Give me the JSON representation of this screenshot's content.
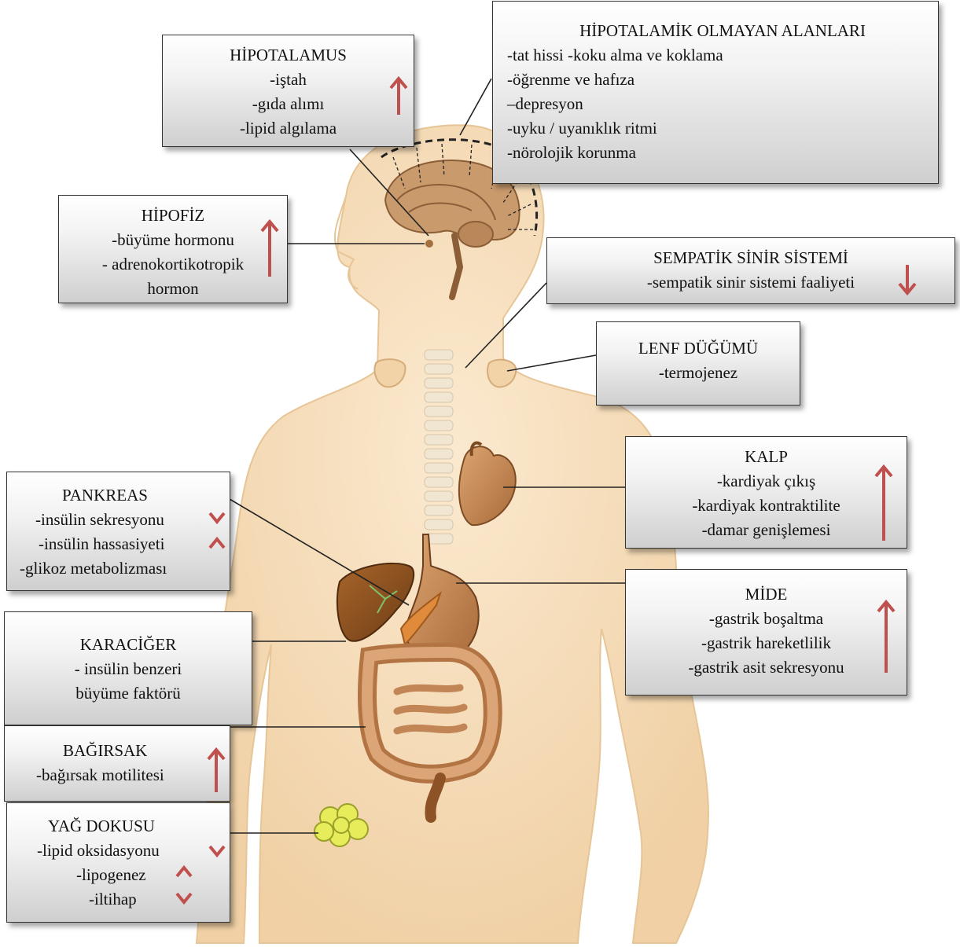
{
  "boxes": {
    "hipotalamus": {
      "title": "HİPOTALAMUS",
      "lines": [
        "-iştah",
        "-gıda alımı",
        "-lipid algılama"
      ]
    },
    "nonhypo": {
      "title": "HİPOTALAMİK OLMAYAN ALANLARI",
      "lines": [
        "-tat hissi  -koku alma ve koklama",
        "-öğrenme ve hafıza",
        "–depresyon",
        "-uyku / uyanıklık ritmi",
        "-nörolojik korunma"
      ]
    },
    "hipofiz": {
      "title": "HİPOFİZ",
      "lines": [
        "-büyüme hormonu",
        "- adrenokortikotropik",
        "hormon"
      ]
    },
    "sempatik": {
      "title": "SEMPATİK SİNİR SİSTEMİ",
      "lines": [
        "-sempatik sinir sistemi faaliyeti"
      ]
    },
    "lenf": {
      "title": "LENF DÜĞÜMÜ",
      "lines": [
        "-termojenez"
      ]
    },
    "kalp": {
      "title": "KALP",
      "lines": [
        "-kardiyak çıkış",
        "-kardiyak kontraktilite",
        "-damar genişlemesi"
      ]
    },
    "pankreas": {
      "title": "PANKREAS",
      "lines": [
        "-insülin sekresyonu",
        "-insülin hassasiyeti",
        "-glikoz metabolizması"
      ]
    },
    "mide": {
      "title": "MİDE",
      "lines": [
        "-gastrik boşaltma",
        "-gastrik hareketlilik",
        "-gastrik asit sekresyonu"
      ]
    },
    "karaciger": {
      "title": "KARACİĞER",
      "lines": [
        "- insülin benzeri",
        "büyüme faktörü"
      ]
    },
    "bagirsak": {
      "title": "BAĞIRSAK",
      "lines": [
        "-bağırsak motilitesi"
      ]
    },
    "yag": {
      "title": "YAĞ DOKUSU",
      "lines": [
        "-lipid oksidasyonu",
        "-lipogenez",
        "-iltihap"
      ]
    }
  },
  "colors": {
    "arrow": "#c0504d",
    "skin": "#f6dcb8",
    "skin_edge": "#e3bf94",
    "organ": "#c48a55",
    "box_border": "#333333"
  },
  "indicators": {
    "hipotalamus": "up",
    "hipofiz": "up",
    "sempatik": "down",
    "kalp": "up",
    "mide": "up",
    "bagirsak": "up",
    "pankreas_insulin_sekresyonu": "down-chevron",
    "pankreas_insulin_hassasiyeti": "up-chevron",
    "yag_lipid_oksidasyonu": "down-chevron",
    "yag_lipogenez": "up-chevron",
    "yag_iltihap": "down-chevron"
  }
}
